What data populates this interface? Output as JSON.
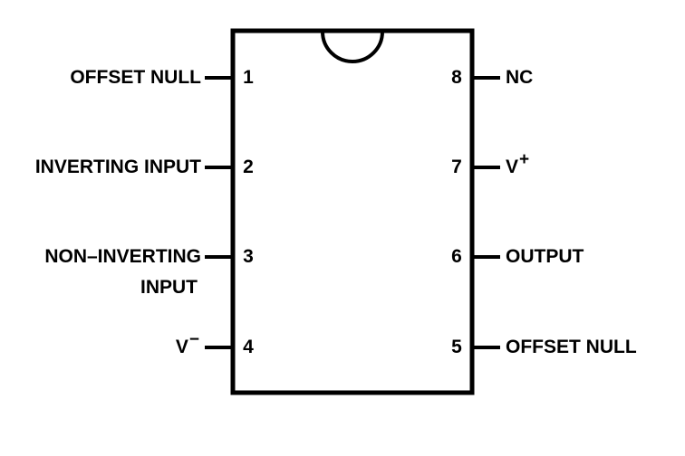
{
  "pins": {
    "p1": {
      "number": "1",
      "label": "OFFSET NULL"
    },
    "p2": {
      "number": "2",
      "label": "INVERTING INPUT"
    },
    "p3": {
      "number": "3",
      "label_line1": "NON–INVERTING",
      "label_line2": "INPUT"
    },
    "p4": {
      "number": "4",
      "label": "V",
      "label_sup": "−"
    },
    "p5": {
      "number": "5",
      "label": "OFFSET NULL"
    },
    "p6": {
      "number": "6",
      "label": "OUTPUT"
    },
    "p7": {
      "number": "7",
      "label": "V",
      "label_sup": "+"
    },
    "p8": {
      "number": "8",
      "label": "NC"
    }
  },
  "colors": {
    "ink": "#000000",
    "background": "#ffffff"
  }
}
